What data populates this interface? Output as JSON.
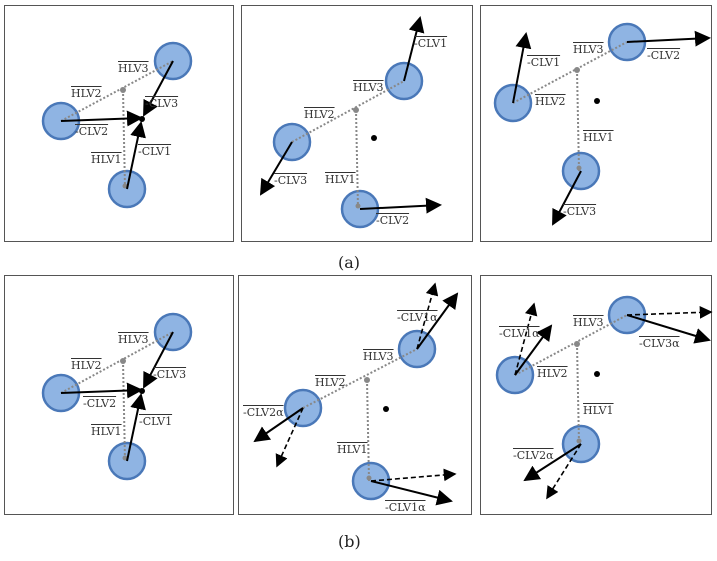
{
  "captions": {
    "a": "(a)",
    "b": "(b)"
  },
  "labels": {
    "hlv1": "HLV1",
    "hlv2": "HLV2",
    "hlv3": "HLV3",
    "clv1": "-CLV1",
    "clv2": "-CLV2",
    "clv3": "-CLV3",
    "clv1a": "-CLV1α",
    "clv2a": "-CLV2α",
    "clv3a": "-CLV3α"
  },
  "colors": {
    "circle_fill": "#8fb4e3",
    "circle_stroke": "#4a78b8",
    "dotted": "#888888",
    "arrow": "#000000"
  }
}
